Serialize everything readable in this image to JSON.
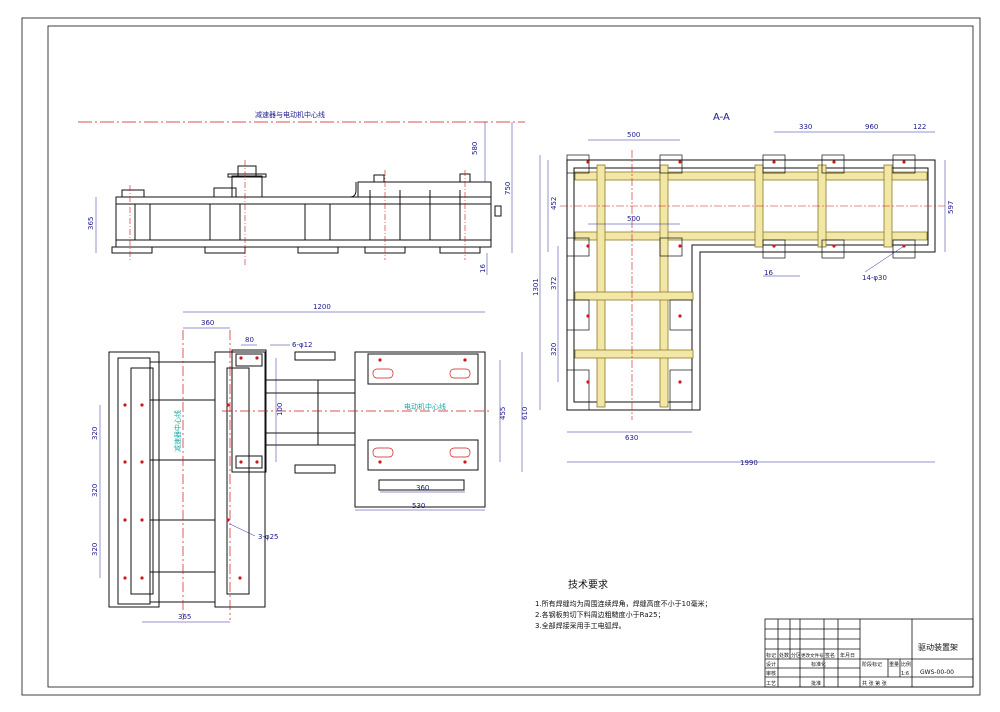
{
  "views": {
    "front": {
      "centerline_label": "减速器与电动机中心线"
    },
    "section": {
      "title": "A-A"
    },
    "plan": {
      "motor_centerline": "电动机中心线",
      "reducer_centerline": "减速器中心线"
    }
  },
  "dimensions": {
    "front": {
      "d580": "580",
      "d750": "750",
      "d365": "365",
      "d16": "16"
    },
    "plan": {
      "d1200": "1200",
      "d360": "360",
      "d80": "80",
      "d6phi12": "6-φ12",
      "d100": "100",
      "d455": "455",
      "d610": "610",
      "d360b": "360",
      "d530": "530",
      "d320a": "320",
      "d320b": "320",
      "d320c": "320",
      "d3phi25": "3-φ25",
      "d365": "365"
    },
    "section": {
      "d500a": "500",
      "d330": "330",
      "d960": "960",
      "d122": "122",
      "d500b": "500",
      "d452": "452",
      "d597": "597",
      "d1301": "1301",
      "d372": "372",
      "d320": "320",
      "d16": "16",
      "d14phi30": "14-φ30",
      "d630": "630",
      "d1990": "1990"
    }
  },
  "tech_requirements": {
    "title": "技术要求",
    "items": [
      "1.所有焊缝均为周围连续焊角，焊缝高度不小于10毫米；",
      "2.各钢板剪切下料周边粗糙度小于Ra25；",
      "3.全部焊接采用手工电弧焊。"
    ]
  },
  "title_block": {
    "drawing_name": "驱动装置架",
    "drawing_number": "GWS-00-00",
    "scale": "1:6",
    "sheet": "共 张 第 张",
    "labels": {
      "mark": "标记",
      "qty": "处数",
      "zone": "分区",
      "change_doc": "更改文件号",
      "sign": "签名",
      "date": "年月日",
      "design": "设计",
      "standard": "标准化",
      "stage_mark": "阶段标记",
      "weight": "重量",
      "ratio": "比例",
      "review": "审核",
      "process": "工艺",
      "approve": "批准"
    }
  }
}
